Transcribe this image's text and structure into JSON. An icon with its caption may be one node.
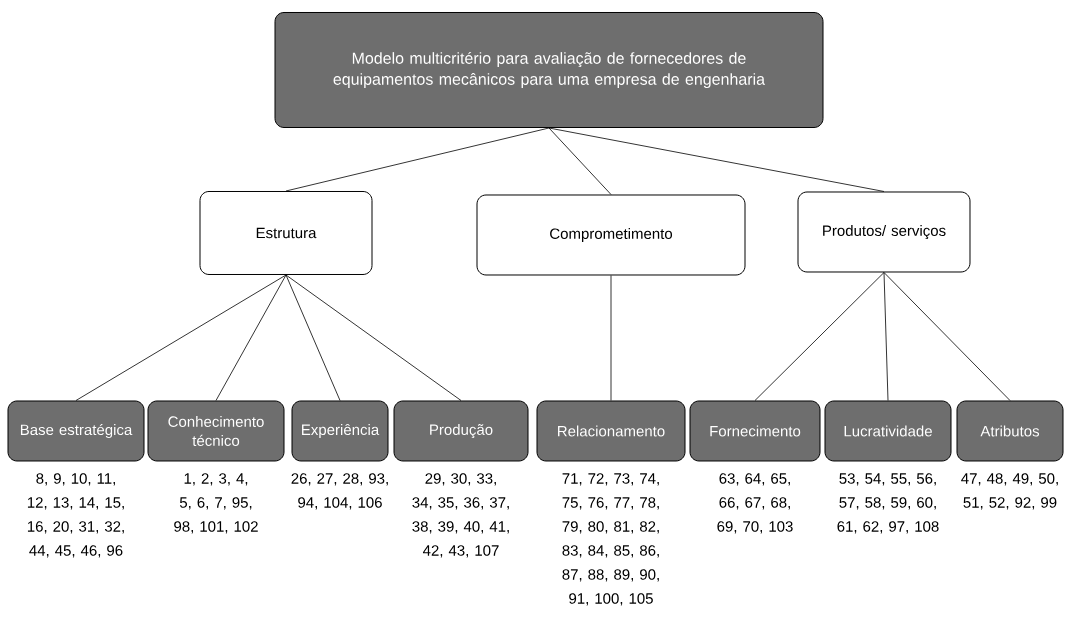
{
  "diagram": {
    "nodes": [
      {
        "text": [
          "Modelo multicritério para avaliação de fornecedores de equipamentos mecânicos para uma empresa de engenharia"
        ]
      },
      {
        "text": [
          "Estrutura"
        ]
      },
      {
        "text": [
          "Comprometimento"
        ]
      },
      {
        "text": [
          "Produtos/ serviços"
        ]
      },
      {
        "text": [
          "Base estratégica"
        ],
        "beside": [
          "8, 9, 10, 11, 12, 13, 14, 15, 16, 20, 31, 32, 44, 45, 46, 96"
        ]
      },
      {
        "text": [
          "Conhecimento técnico"
        ],
        "beside": [
          "1, 2, 3, 4, 5, 6, 7, 95, 98, 101, 102"
        ]
      },
      {
        "text": [
          "Experiência"
        ],
        "beside": [
          "26, 27, 28, 93, 94, 104, 106"
        ]
      },
      {
        "text": [
          "Produção"
        ],
        "beside": [
          "29, 30, 33, 34, 35, 36, 37, 38, 39, 40, 41, 42, 43, 107"
        ]
      },
      {
        "text": [
          "Relacionamento"
        ],
        "beside": [
          "71, 72, 73, 74, 75, 76, 77, 78, 79, 80, 81, 82, 83, 84, 85, 86, 87, 88, 89, 90, 91, 100, 105"
        ]
      },
      {
        "text": [
          "Fornecimento"
        ],
        "beside": [
          "63, 64, 65, 66, 67, 68, 69, 70, 103"
        ]
      },
      {
        "text": [
          "Lucratividade"
        ],
        "beside": [
          "53, 54, 55, 56, 57, 58, 59, 60, 61, 62, 97, 108"
        ]
      },
      {
        "text": [
          "Atributos"
        ],
        "beside": [
          "47, 48, 49, 50, 51, 52, 92, 99"
        ]
      }
    ],
    "edges": [
      {
        "from": 0,
        "to": 1,
        "arrow": "none"
      },
      {
        "from": 0,
        "to": 2,
        "arrow": "none"
      },
      {
        "from": 0,
        "to": 3,
        "arrow": "none"
      },
      {
        "from": 1,
        "to": 4,
        "arrow": "none"
      },
      {
        "from": 1,
        "to": 5,
        "arrow": "none"
      },
      {
        "from": 1,
        "to": 6,
        "arrow": "none"
      },
      {
        "from": 1,
        "to": 7,
        "arrow": "none"
      },
      {
        "from": 2,
        "to": 8,
        "arrow": "none"
      },
      {
        "from": 3,
        "to": 9,
        "arrow": "none"
      },
      {
        "from": 3,
        "to": 10,
        "arrow": "none"
      },
      {
        "from": 3,
        "to": 11,
        "arrow": "none"
      }
    ]
  }
}
